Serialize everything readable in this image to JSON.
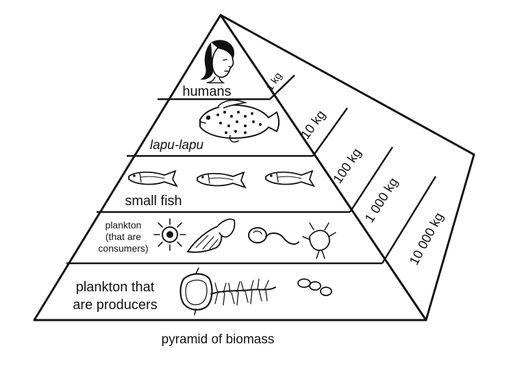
{
  "caption": "pyramid of biomass",
  "levels": [
    {
      "label": "humans",
      "mass": "1 kg",
      "icon": "human-face-icon"
    },
    {
      "label": "lapu-lapu",
      "mass": "10 kg",
      "icon": "grouper-fish-icon"
    },
    {
      "label": "small fish",
      "mass": "100 kg",
      "icon": "small-fish-icon"
    },
    {
      "label_lines": [
        "plankton",
        "(that are",
        "consumers)"
      ],
      "mass": "1 000 kg",
      "icon": "zooplankton-icon"
    },
    {
      "label_lines": [
        "plankton that",
        "are producers"
      ],
      "mass": "10 000 kg",
      "icon": "phytoplankton-icon"
    }
  ]
}
